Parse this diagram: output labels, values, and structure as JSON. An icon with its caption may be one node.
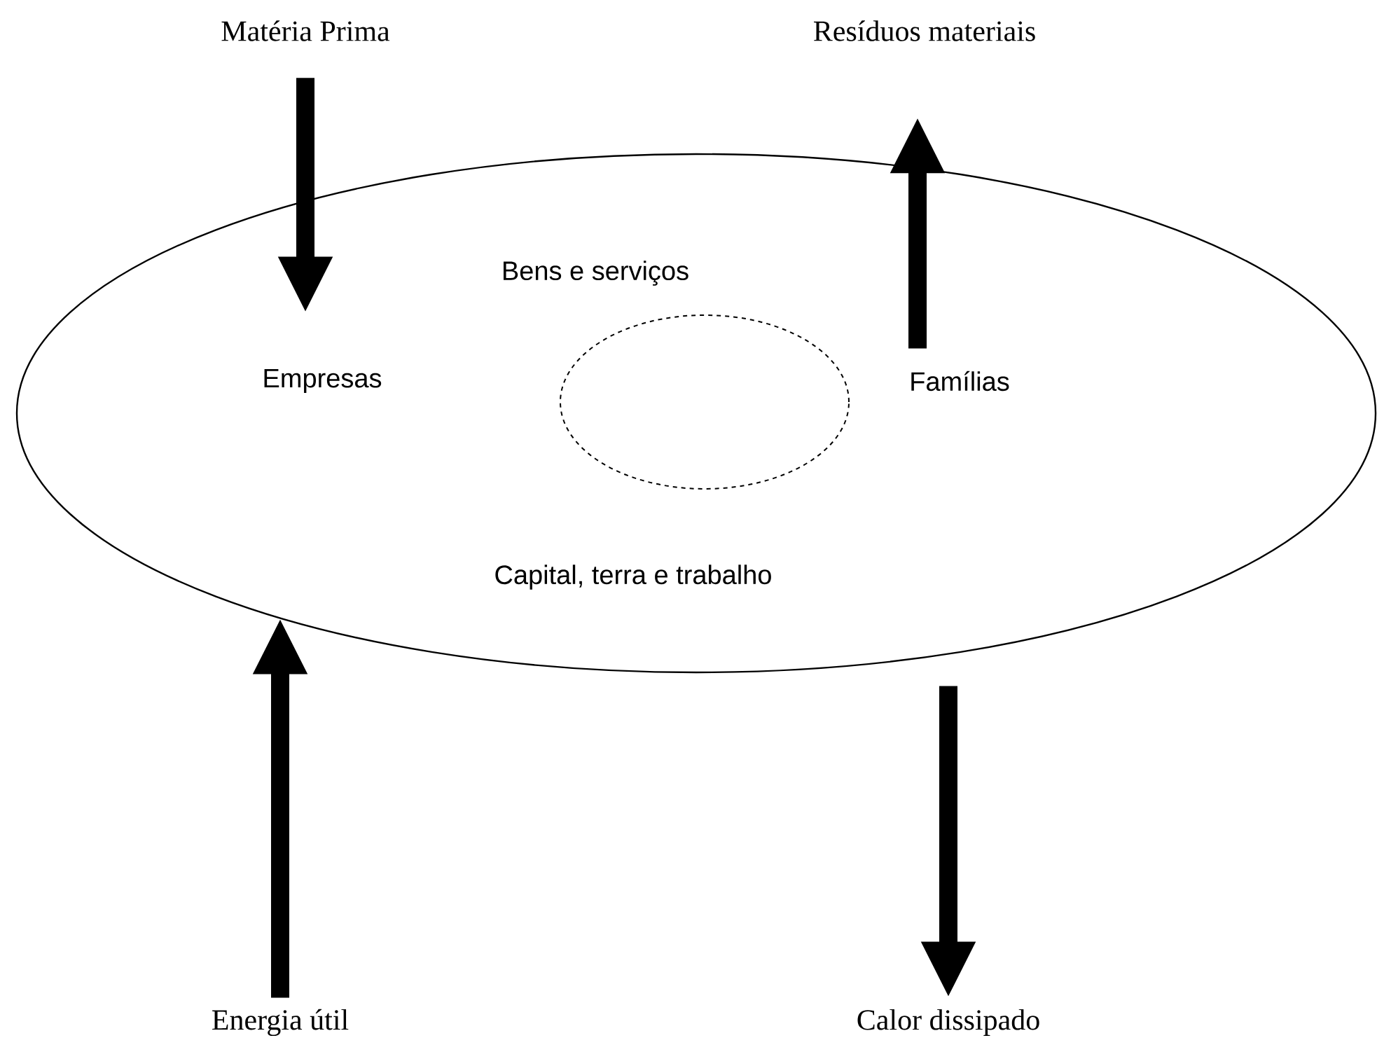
{
  "diagram": {
    "nodes": [
      {
        "text": [
          "Matéria Prima"
        ]
      },
      {
        "text": [
          "Resíduos materiais"
        ]
      },
      {
        "text": [],
        "shape": "ellipse"
      },
      {
        "text": [
          "Empresas"
        ],
        "in": 2
      },
      {
        "text": [],
        "shape": "circle",
        "in": 2
      },
      {
        "text": [
          "Famílias"
        ],
        "in": 2
      },
      {
        "text": [
          "Energia útil"
        ]
      },
      {
        "text": [
          "Calor dissipado"
        ]
      }
    ],
    "edges": [
      {
        "from": 0,
        "to": 3,
        "arrow": "to"
      },
      {
        "from": 5,
        "to": 1,
        "arrow": "to"
      },
      {
        "from": 6,
        "to": 2,
        "arrow": "to"
      },
      {
        "from": 2,
        "to": 7,
        "arrow": "to"
      }
    ],
    "labels": [
      "Bens e serviços",
      "Capital, terra e trabalho"
    ]
  }
}
